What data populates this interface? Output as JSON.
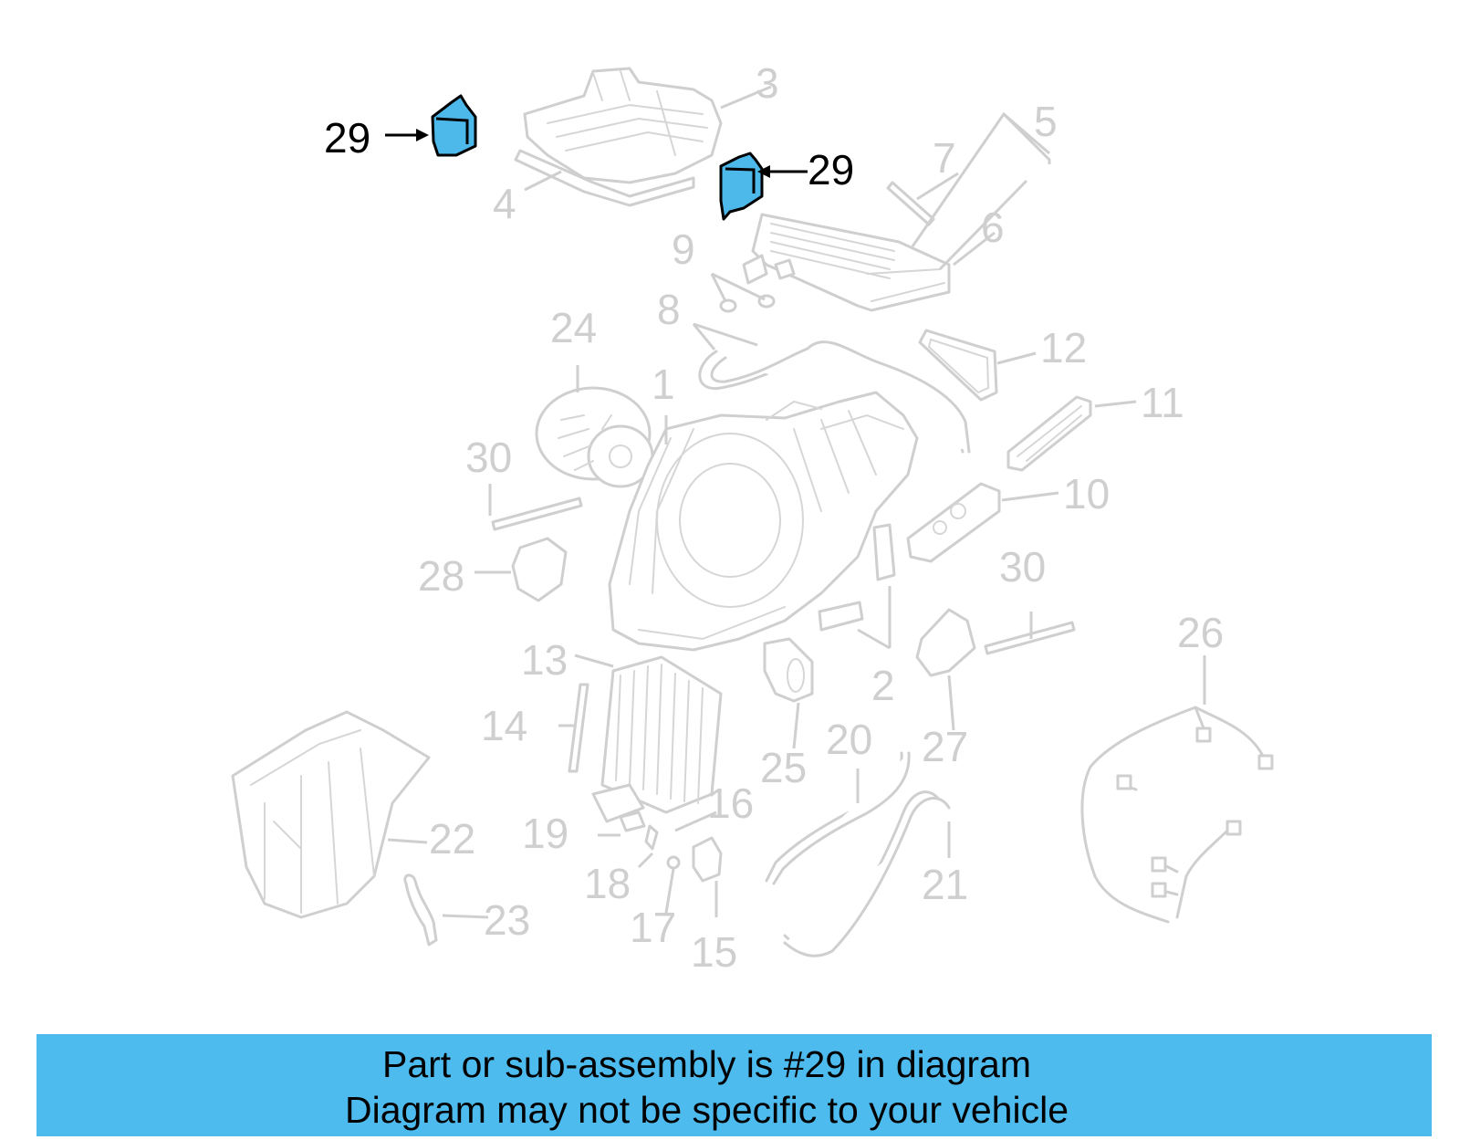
{
  "diagram": {
    "callouts": [
      {
        "id": "c3",
        "text": "3"
      },
      {
        "id": "c4",
        "text": "4"
      },
      {
        "id": "c5",
        "text": "5"
      },
      {
        "id": "c6",
        "text": "6"
      },
      {
        "id": "c7",
        "text": "7"
      },
      {
        "id": "c8",
        "text": "8"
      },
      {
        "id": "c9",
        "text": "9"
      },
      {
        "id": "c24",
        "text": "24"
      },
      {
        "id": "c1",
        "text": "1"
      },
      {
        "id": "c12",
        "text": "12"
      },
      {
        "id": "c11",
        "text": "11"
      },
      {
        "id": "c10",
        "text": "10"
      },
      {
        "id": "c30a",
        "text": "30"
      },
      {
        "id": "c30b",
        "text": "30"
      },
      {
        "id": "c28",
        "text": "28"
      },
      {
        "id": "c2",
        "text": "2"
      },
      {
        "id": "c26",
        "text": "26"
      },
      {
        "id": "c13",
        "text": "13"
      },
      {
        "id": "c14",
        "text": "14"
      },
      {
        "id": "c25",
        "text": "25"
      },
      {
        "id": "c20",
        "text": "20"
      },
      {
        "id": "c27",
        "text": "27"
      },
      {
        "id": "c16",
        "text": "16"
      },
      {
        "id": "c22",
        "text": "22"
      },
      {
        "id": "c19",
        "text": "19"
      },
      {
        "id": "c21",
        "text": "21"
      },
      {
        "id": "c18",
        "text": "18"
      },
      {
        "id": "c23",
        "text": "23"
      },
      {
        "id": "c17",
        "text": "17"
      },
      {
        "id": "c15",
        "text": "15"
      }
    ],
    "highlighted_callouts": [
      {
        "id": "h29a",
        "text": "29"
      },
      {
        "id": "h29b",
        "text": "29"
      }
    ]
  },
  "banner": {
    "line1": "Part or sub-assembly is #29 in diagram",
    "line2": "Diagram may not be specific to your vehicle"
  },
  "colors": {
    "highlight_part": "#4db8ea",
    "banner_background": "#4ebbef",
    "muted_linework": "#cfcfcf"
  }
}
